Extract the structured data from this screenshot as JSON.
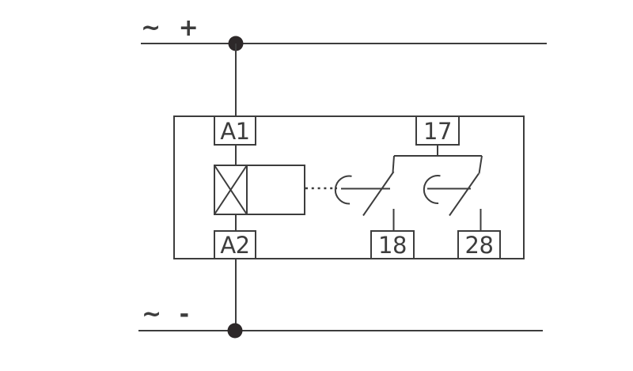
{
  "supply": {
    "positive_label": "~ +",
    "negative_label": "~ -"
  },
  "terminals": {
    "a1": "A1",
    "a2": "A2",
    "t17": "17",
    "t18": "18",
    "t28": "28"
  },
  "colors": {
    "line": "#3d3d3d",
    "text": "#3d3d3d",
    "junction_dot": "#2d2829",
    "background": "#ffffff"
  }
}
